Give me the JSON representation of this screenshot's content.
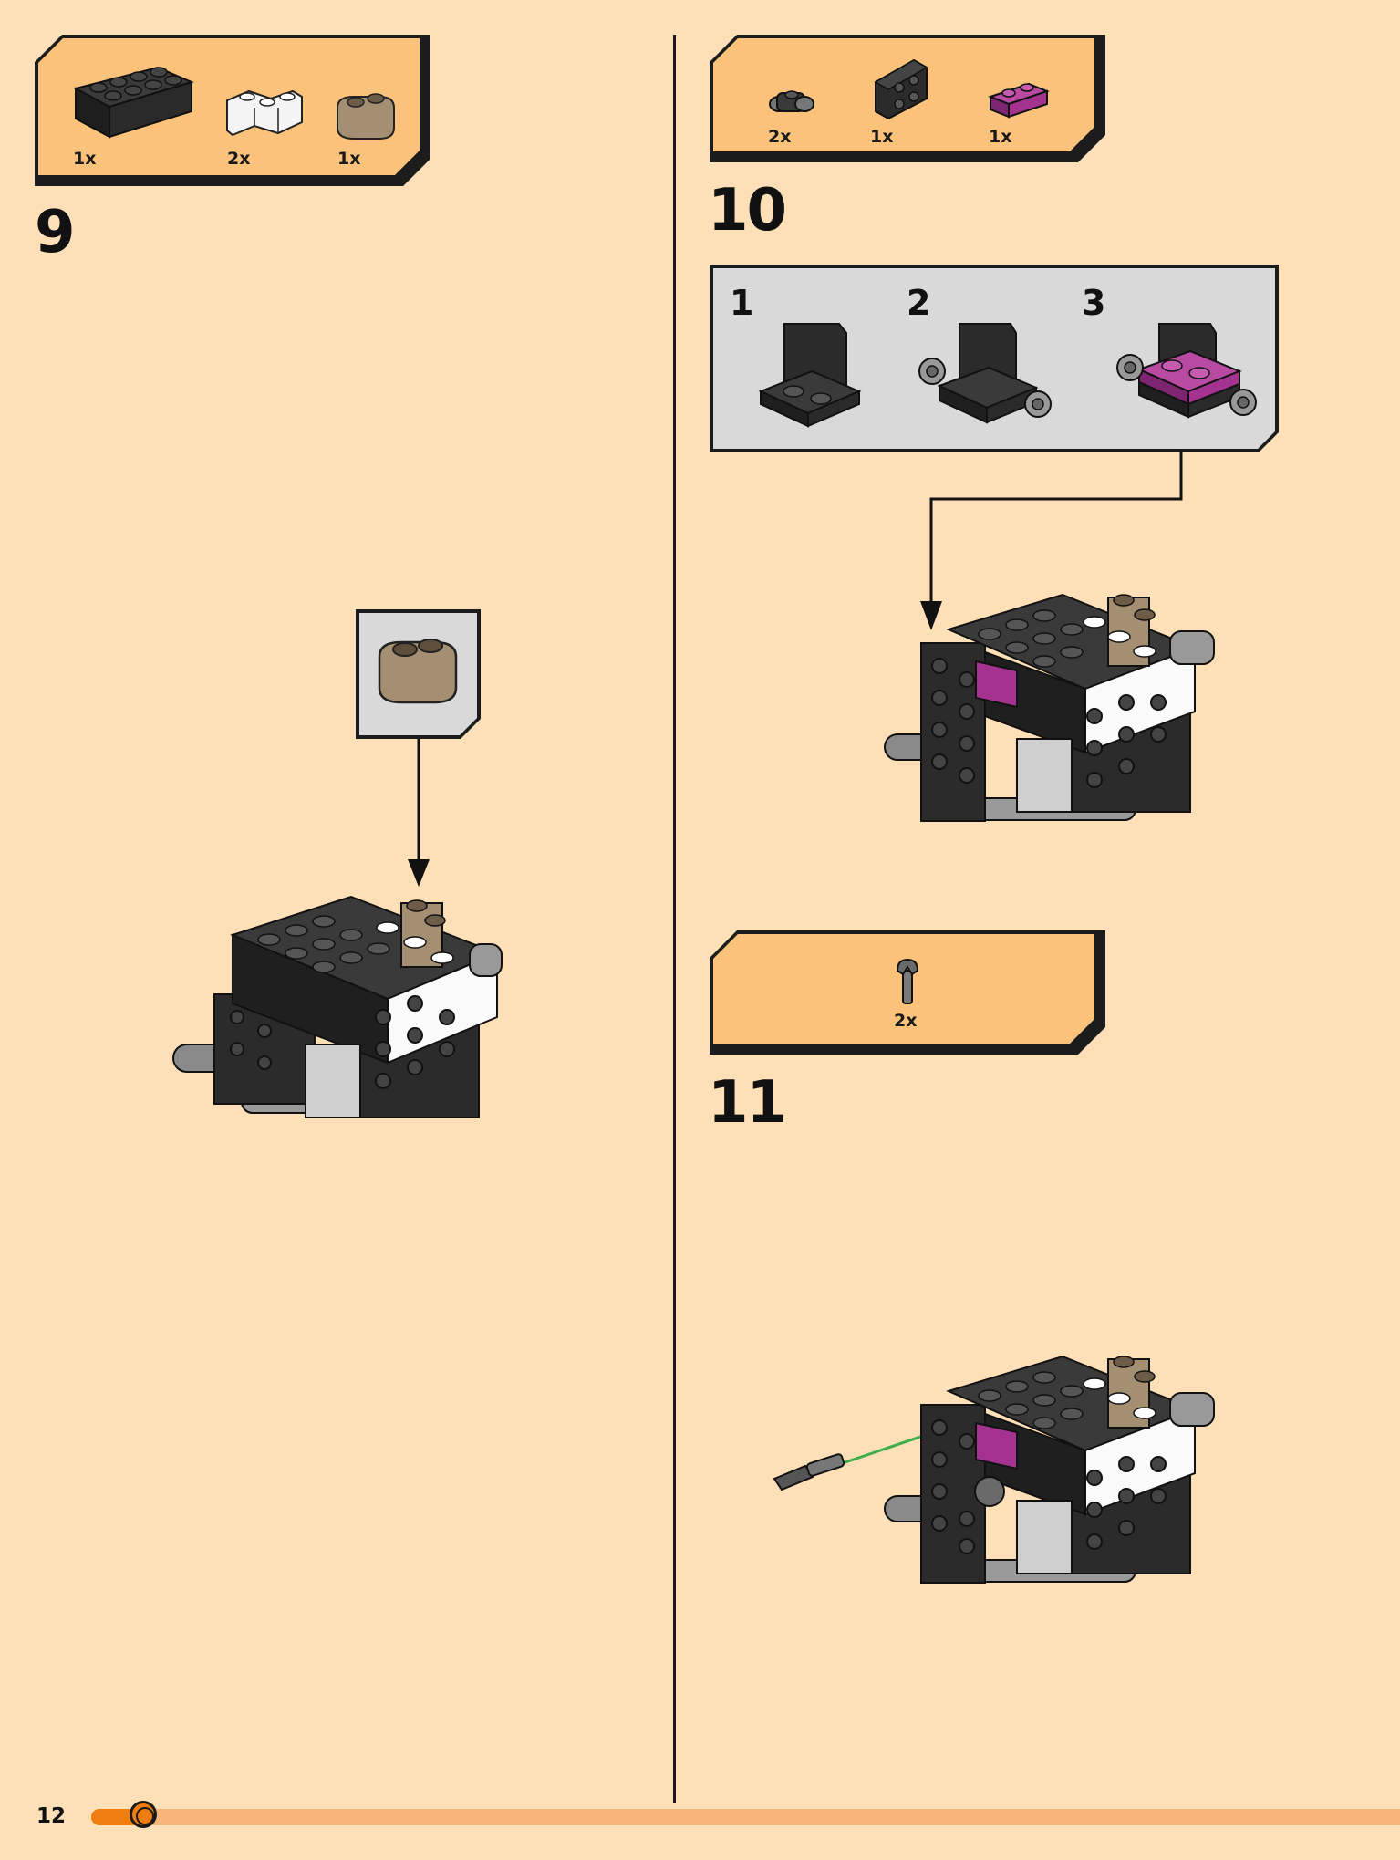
{
  "page": {
    "number": "12"
  },
  "colors": {
    "background": "#fde0b8",
    "parts_box": "#fbc27b",
    "callout_box": "#d9d9d9",
    "progress_fill": "#f07d10",
    "progress_track": "#f6b57a",
    "magenta": "#a3338f",
    "tan": "#a58f72"
  },
  "steps": [
    {
      "number": "9",
      "parts": [
        {
          "qty": "1x",
          "icon": "brick-2x4-black-icon"
        },
        {
          "qty": "2x",
          "icon": "corner-brick-white-icon"
        },
        {
          "qty": "1x",
          "icon": "round-brick-tan-icon"
        }
      ],
      "callout_icon": "round-brick-tan-icon"
    },
    {
      "number": "10",
      "parts": [
        {
          "qty": "2x",
          "icon": "wheel-holder-gray-icon"
        },
        {
          "qty": "1x",
          "icon": "bracket-black-icon"
        },
        {
          "qty": "1x",
          "icon": "plate-1x2-magenta-icon"
        }
      ],
      "substeps": [
        {
          "number": "1"
        },
        {
          "number": "2"
        },
        {
          "number": "3"
        }
      ]
    },
    {
      "number": "11",
      "parts": [
        {
          "qty": "2x",
          "icon": "clip-gray-icon"
        }
      ]
    }
  ],
  "progress": {
    "fraction": 0.04
  }
}
